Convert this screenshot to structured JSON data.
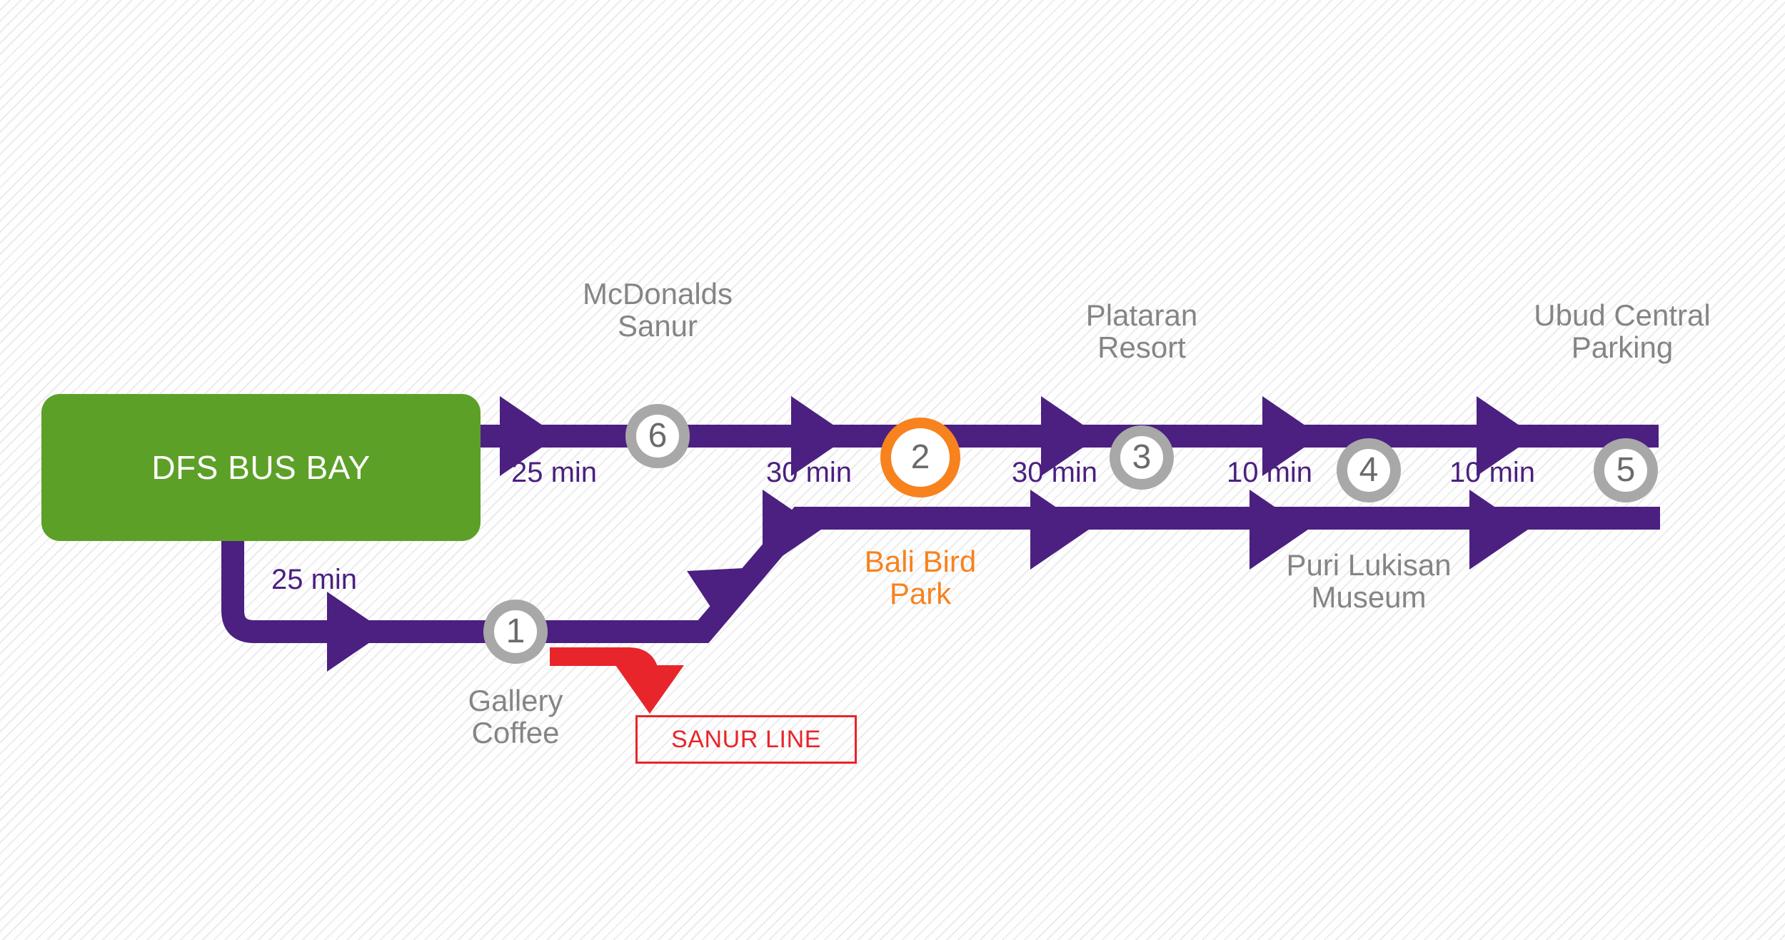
{
  "diagram": {
    "title": "DFS Bus Bay shuttle route map",
    "colors": {
      "line_purple": "#4B2080",
      "terminal_green": "#5CA028",
      "station_ring": "#A8A8A8",
      "highlight_orange": "#F7821E",
      "branch_red": "#E8252A",
      "label_gray": "#858585",
      "background": "#f7f7f8"
    }
  },
  "terminal": {
    "label": "DFS BUS BAY"
  },
  "stations": [
    {
      "number": "1",
      "name": "Gallery\nCoffee",
      "highlight": false
    },
    {
      "number": "2",
      "name": "Bali Bird\nPark",
      "highlight": true
    },
    {
      "number": "3",
      "name": "Plataran\nResort",
      "highlight": false
    },
    {
      "number": "4",
      "name": "Puri Lukisan\nMuseum",
      "highlight": false
    },
    {
      "number": "5",
      "name": "Ubud Central\nParking",
      "highlight": false
    },
    {
      "number": "6",
      "name": "McDonalds\nSanur",
      "highlight": false
    }
  ],
  "segments": [
    {
      "id": "seg-terminal-6",
      "time": "25 min",
      "direction": "westbound"
    },
    {
      "id": "seg-6-2",
      "time": "30 min",
      "direction": "westbound"
    },
    {
      "id": "seg-2-3",
      "time": "30 min",
      "direction": "westbound"
    },
    {
      "id": "seg-3-4",
      "time": "10 min",
      "direction": "westbound"
    },
    {
      "id": "seg-4-5",
      "time": "10 min",
      "direction": "westbound"
    },
    {
      "id": "seg-terminal-1",
      "time": "25 min",
      "direction": "eastbound"
    }
  ],
  "branch": {
    "tag": "SANUR LINE"
  }
}
